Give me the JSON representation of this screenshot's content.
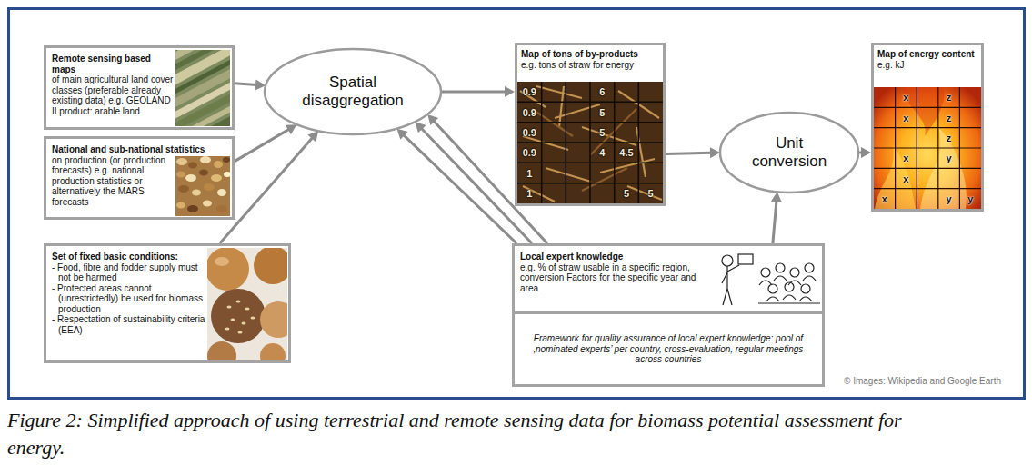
{
  "diagram": {
    "caption": "Figure 2: Simplified approach of using terrestrial and remote sensing data for biomass potential assessment for energy.",
    "nodes": [
      {
        "text": [
          "Remote sensing based maps",
          "of main agricultural land cover classes (preferable already existing data) e.g. GEOLAND II product: arable land"
        ]
      },
      {
        "text": [
          "National and sub-national statistics",
          "on production (or production forecasts) e.g. national production statistics or alternatively the MARS forecasts"
        ]
      },
      {
        "text": [
          "Set of fixed basic conditions:",
          "- Food, fibre and fodder supply must not be harmed",
          "- Protected areas cannot (unrestrictedly) be used for biomass production",
          "- Respectation of sustainability criteria (EEA)"
        ]
      },
      {
        "text": [
          "Spatial disaggregation"
        ]
      },
      {
        "text": [
          "Map of tons of by-products",
          "e.g. tons of straw for energy"
        ]
      },
      {
        "text": [
          "Unit conversion"
        ]
      },
      {
        "text": [
          "Map of energy content",
          "e.g. kJ"
        ]
      },
      {
        "text": [
          "Local expert knowledge",
          "e.g. % of straw usable in a specific region, conversion Factors for the specific year and area"
        ]
      },
      {
        "text": [
          "Framework for quality assurance of local expert knowledge: pool of ‚nominated experts’ per country, cross-evaluation, regular meetings across countries"
        ]
      }
    ],
    "edges": [
      {
        "from": 0,
        "to": 3,
        "arrow": "to"
      },
      {
        "from": 1,
        "to": 3,
        "arrow": "to"
      },
      {
        "from": 2,
        "to": 3,
        "arrow": "to"
      },
      {
        "from": 7,
        "to": 3,
        "arrow": "to"
      },
      {
        "from": 7,
        "to": 3,
        "arrow": "to"
      },
      {
        "from": 7,
        "to": 3,
        "arrow": "to"
      },
      {
        "from": 3,
        "to": 4,
        "arrow": "to"
      },
      {
        "from": 4,
        "to": 5,
        "arrow": "to"
      },
      {
        "from": 7,
        "to": 5,
        "arrow": "to"
      },
      {
        "from": 5,
        "to": 6,
        "arrow": "to"
      }
    ],
    "labels": [
      "0.9",
      "6",
      "0.9",
      "5",
      "0.9",
      "5",
      "0.9",
      "4",
      "4.5",
      "1",
      "1",
      "5",
      "5",
      "x",
      "z",
      "x",
      "z",
      "z",
      "x",
      "y",
      "x",
      "x",
      "y",
      "y",
      "© Images: Wikipedia and Google Earth"
    ]
  }
}
